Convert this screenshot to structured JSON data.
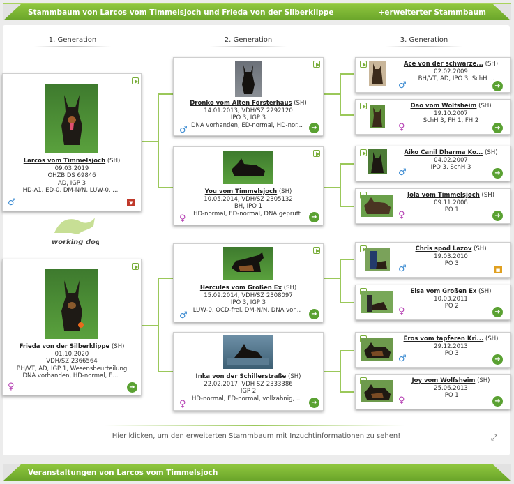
{
  "header": {
    "title": "Stammbaum von Larcos vom Timmelsjoch und Frieda von der Silberklippe",
    "link": "+erweiterter Stammbaum"
  },
  "generations": [
    "1. Generation",
    "2. Generation",
    "3. Generation"
  ],
  "gen1": [
    {
      "name": "Larcos vom Timmelsjoch",
      "reg": "(SH)",
      "lines": [
        "09.03.2019",
        "ÖHZB DS 69846",
        "AD, IGP 3",
        "HD-A1, ED-0, DM-N/N, LÜW-0, ..."
      ],
      "sex": "♂"
    },
    {
      "name": "Frieda von der Silberklippe",
      "reg": "(SH)",
      "lines": [
        "01.10.2020",
        "VDH/SZ 2366564",
        "BH/VT, AD, IGP 1, Wesensbeurteilung",
        "DNA vorhanden, HD-normal, E..."
      ],
      "sex": "♀"
    }
  ],
  "gen2": [
    {
      "name": "Dronko vom Alten Försterhaus",
      "reg": "(SH)",
      "lines": [
        "14.01.2013, VDH/SZ 2292120",
        "IPO 3, IGP 3",
        "DNA vorhanden, ED-normal, HD-nor..."
      ],
      "sex": "♂"
    },
    {
      "name": "You vom Timmelsjoch",
      "reg": "(SH)",
      "lines": [
        "10.05.2014, VDH/SZ 2305132",
        "BH, IPO 1",
        "HD-normal, ED-normal, DNA geprüft"
      ],
      "sex": "♀"
    },
    {
      "name": "Hercules vom Großen Ex",
      "reg": "(SH)",
      "lines": [
        "15.09.2014, VDH/SZ 2308097",
        "IPO 3, IGP 3",
        "LÜW-0, OCD-frei, DM-N/N, DNA vor..."
      ],
      "sex": "♂"
    },
    {
      "name": "Inka von der Schillerstraße",
      "reg": "(SH)",
      "lines": [
        "22.02.2017, VDH SZ 2333386",
        "IGP 2",
        "HD-normal, ED-normal, vollzahnig, ..."
      ],
      "sex": "♀"
    }
  ],
  "gen3": [
    {
      "name": "Ace von der schwarze...",
      "reg": "(SH)",
      "lines": [
        "02.02.2009",
        "BH/VT, AD, IPO 3, SchH ..."
      ],
      "sex": "♂"
    },
    {
      "name": "Dao vom Wolfsheim",
      "reg": "(SH)",
      "lines": [
        "19.10.2007",
        "SchH 3, FH 1, FH 2"
      ],
      "sex": "♀"
    },
    {
      "name": "Aiko Canil Dharma Ko...",
      "reg": "(SH)",
      "lines": [
        "04.02.2007",
        "IPO 3, SchH 3"
      ],
      "sex": "♂"
    },
    {
      "name": "Jola vom Timmelsjoch",
      "reg": "(SH)",
      "lines": [
        "09.11.2008",
        "IPO 1"
      ],
      "sex": "♀"
    },
    {
      "name": "Chris spod Lazov",
      "reg": "(SH)",
      "lines": [
        "19.03.2010",
        "IPO 3"
      ],
      "sex": "♂"
    },
    {
      "name": "Elsa vom Großen Ex",
      "reg": "(SH)",
      "lines": [
        "10.03.2011",
        "IPO 2"
      ],
      "sex": "♀"
    },
    {
      "name": "Eros vom tapferen Kri...",
      "reg": "(SH)",
      "lines": [
        "29.12.2013",
        "IPO 3"
      ],
      "sex": "♂"
    },
    {
      "name": "Joy vom Wolfsheim",
      "reg": "(SH)",
      "lines": [
        "25.06.2013",
        "IPO 1"
      ],
      "sex": "♀"
    }
  ],
  "logo": {
    "text": "working dog"
  },
  "footer": {
    "text": "Hier klicken, um den erweiterten Stammbaum mit Inzuchtinformationen zu sehen!"
  },
  "events_bar": {
    "title": "Veranstaltungen von Larcos vom Timmelsjoch"
  },
  "colors": {
    "accent": "#7ab434",
    "male": "#3a8ad1",
    "female": "#b53fb3"
  }
}
